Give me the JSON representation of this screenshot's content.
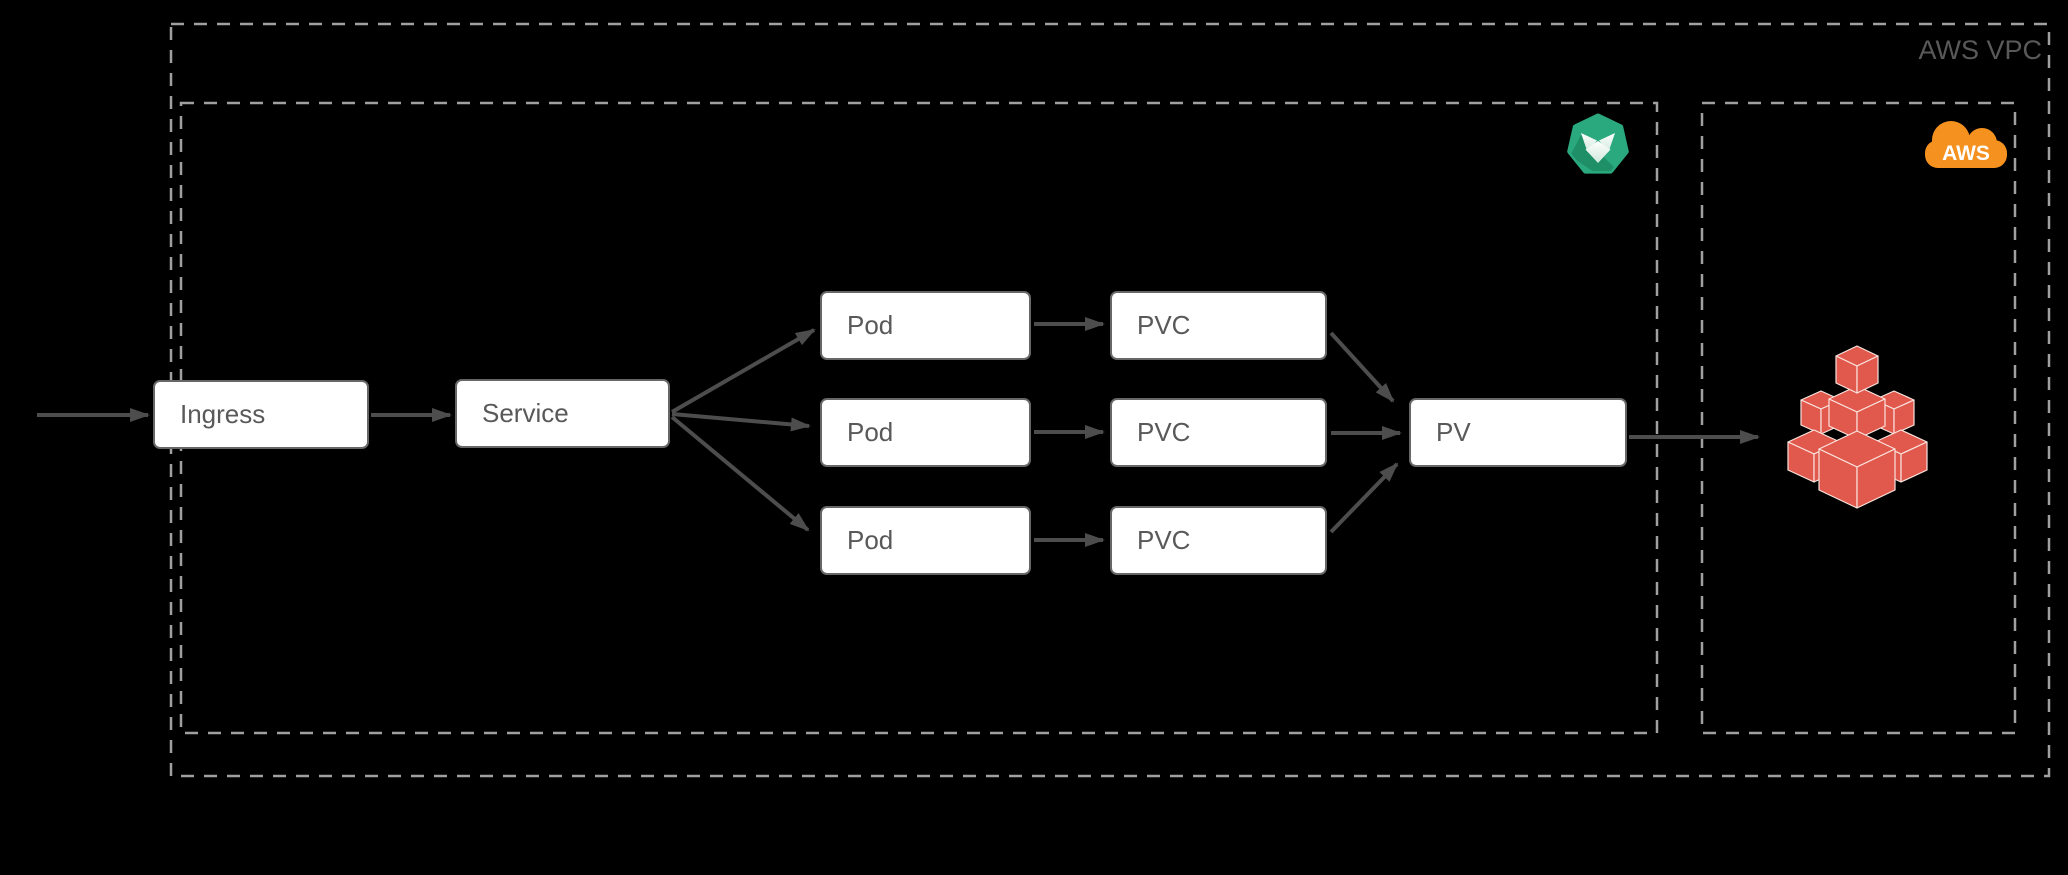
{
  "diagram": {
    "containers": {
      "vpc": {
        "label": "AWS VPC"
      },
      "kubernetes_zone": {
        "icon": "kubernetes-icon"
      },
      "aws_zone": {
        "icon": "aws-cloud-icon",
        "cloud_text": "AWS",
        "storage_icon": "aws-cubes-storage-icon"
      }
    },
    "nodes": [
      {
        "id": "ingress",
        "label": "Ingress"
      },
      {
        "id": "service",
        "label": "Service"
      },
      {
        "id": "pod-1",
        "label": "Pod"
      },
      {
        "id": "pod-2",
        "label": "Pod"
      },
      {
        "id": "pod-3",
        "label": "Pod"
      },
      {
        "id": "pvc-1",
        "label": "PVC"
      },
      {
        "id": "pvc-2",
        "label": "PVC"
      },
      {
        "id": "pvc-3",
        "label": "PVC"
      },
      {
        "id": "pv",
        "label": "PV"
      }
    ],
    "edges": [
      {
        "from": "external",
        "to": "ingress"
      },
      {
        "from": "ingress",
        "to": "service"
      },
      {
        "from": "service",
        "to": "pod-1"
      },
      {
        "from": "service",
        "to": "pod-2"
      },
      {
        "from": "service",
        "to": "pod-3"
      },
      {
        "from": "pod-1",
        "to": "pvc-1"
      },
      {
        "from": "pod-2",
        "to": "pvc-2"
      },
      {
        "from": "pod-3",
        "to": "pvc-3"
      },
      {
        "from": "pvc-1",
        "to": "pv"
      },
      {
        "from": "pvc-2",
        "to": "pv"
      },
      {
        "from": "pvc-3",
        "to": "pv"
      },
      {
        "from": "pv",
        "to": "aws-storage"
      }
    ]
  },
  "colors": {
    "background": "#000000",
    "node_fill": "#ffffff",
    "node_border": "#676767",
    "node_text": "#595959",
    "arrow": "#4d4d4d",
    "container_border": "#a0a0a0",
    "vpc_label": "#595959",
    "k8s_green": "#2aa87e",
    "k8s_green_dark": "#1f8f68",
    "aws_orange": "#f5911e",
    "aws_red": "#e1584c",
    "cube_edge": "#f9e3de",
    "cloud_text": "#ffffff"
  }
}
